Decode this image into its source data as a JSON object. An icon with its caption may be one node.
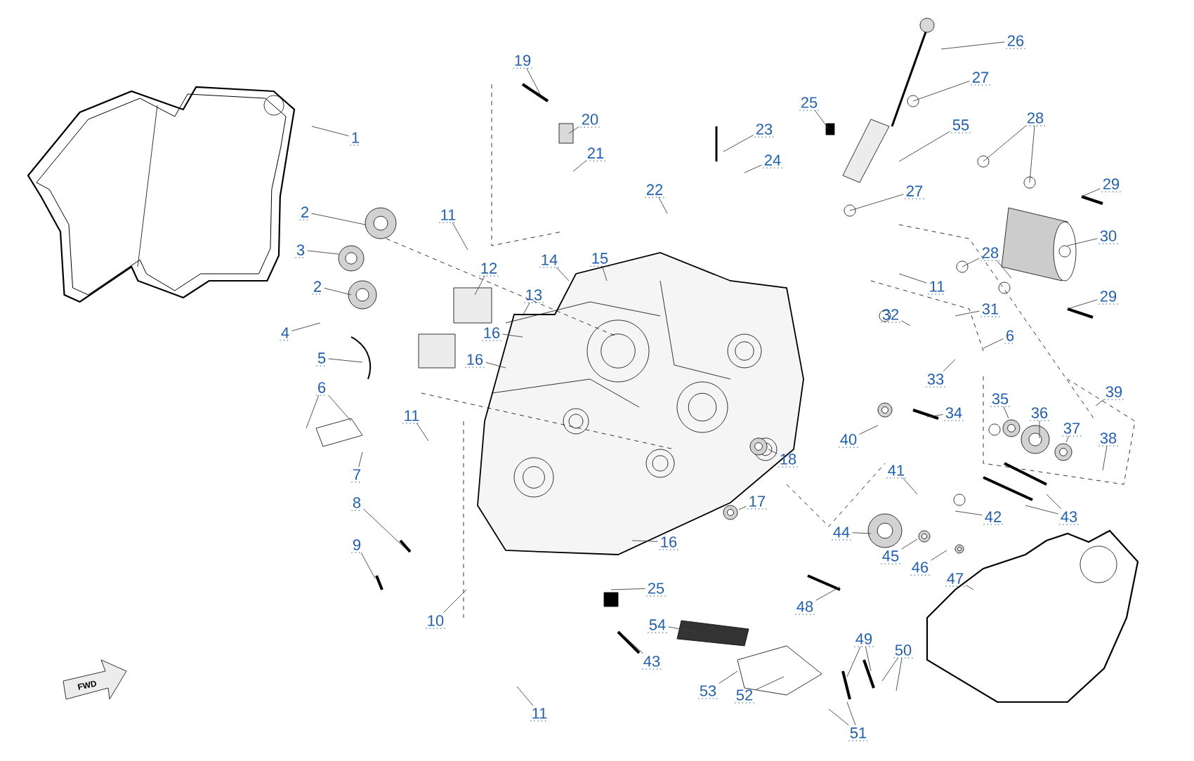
{
  "diagram": {
    "nodes": [
      {
        "text": [
          "19"
        ]
      },
      {
        "text": [
          "26"
        ]
      },
      {
        "text": [
          "27"
        ]
      },
      {
        "text": [
          "25"
        ]
      },
      {
        "text": [
          "20"
        ]
      },
      {
        "text": [
          "28"
        ]
      },
      {
        "text": [
          "23"
        ]
      },
      {
        "text": [
          "55"
        ]
      },
      {
        "text": [
          "1"
        ]
      },
      {
        "text": [
          "21"
        ]
      },
      {
        "text": [
          "24"
        ]
      },
      {
        "text": [
          "29"
        ]
      },
      {
        "text": [
          "22"
        ]
      },
      {
        "text": [
          "27"
        ]
      },
      {
        "text": [
          "2"
        ]
      },
      {
        "text": [
          "11"
        ]
      },
      {
        "text": [
          "30"
        ]
      },
      {
        "text": [
          "3"
        ]
      },
      {
        "text": [
          "28"
        ]
      },
      {
        "text": [
          "14"
        ]
      },
      {
        "text": [
          "15"
        ]
      },
      {
        "text": [
          "12"
        ]
      },
      {
        "text": [
          "2"
        ]
      },
      {
        "text": [
          "11"
        ]
      },
      {
        "text": [
          "13"
        ]
      },
      {
        "text": [
          "29"
        ]
      },
      {
        "text": [
          "31"
        ]
      },
      {
        "text": [
          "32"
        ]
      },
      {
        "text": [
          "16"
        ]
      },
      {
        "text": [
          "4"
        ]
      },
      {
        "text": [
          "6"
        ]
      },
      {
        "text": [
          "5"
        ]
      },
      {
        "text": [
          "16"
        ]
      },
      {
        "text": [
          "33"
        ]
      },
      {
        "text": [
          "6"
        ]
      },
      {
        "text": [
          "39"
        ]
      },
      {
        "text": [
          "35"
        ]
      },
      {
        "text": [
          "34"
        ]
      },
      {
        "text": [
          "36"
        ]
      },
      {
        "text": [
          "11"
        ]
      },
      {
        "text": [
          "37"
        ]
      },
      {
        "text": [
          "38"
        ]
      },
      {
        "text": [
          "40"
        ]
      },
      {
        "text": [
          "18"
        ]
      },
      {
        "text": [
          "41"
        ]
      },
      {
        "text": [
          "7"
        ]
      },
      {
        "text": [
          "17"
        ]
      },
      {
        "text": [
          "8"
        ]
      },
      {
        "text": [
          "42"
        ]
      },
      {
        "text": [
          "43"
        ]
      },
      {
        "text": [
          "44"
        ]
      },
      {
        "text": [
          "16"
        ]
      },
      {
        "text": [
          "9"
        ]
      },
      {
        "text": [
          "45"
        ]
      },
      {
        "text": [
          "46"
        ]
      },
      {
        "text": [
          "47"
        ]
      },
      {
        "text": [
          "25"
        ]
      },
      {
        "text": [
          "48"
        ]
      },
      {
        "text": [
          "10"
        ]
      },
      {
        "text": [
          "54"
        ]
      },
      {
        "text": [
          "49"
        ]
      },
      {
        "text": [
          "50"
        ]
      },
      {
        "text": [
          "43"
        ]
      },
      {
        "text": [
          "53"
        ]
      },
      {
        "text": [
          "52"
        ]
      },
      {
        "text": [
          "11"
        ]
      },
      {
        "text": [
          "51"
        ]
      }
    ],
    "edges": [
      {
        "from": 0,
        "to": null,
        "arrow": "none"
      },
      {
        "from": 1,
        "to": null,
        "arrow": "none"
      },
      {
        "from": 2,
        "to": null,
        "arrow": "none"
      },
      {
        "from": 3,
        "to": null,
        "arrow": "none"
      },
      {
        "from": 4,
        "to": null,
        "arrow": "none"
      },
      {
        "from": 5,
        "to": null,
        "arrow": "none"
      },
      {
        "from": 5,
        "to": null,
        "arrow": "none"
      },
      {
        "from": 6,
        "to": null,
        "arrow": "none"
      },
      {
        "from": 7,
        "to": null,
        "arrow": "none"
      },
      {
        "from": 8,
        "to": null,
        "arrow": "none"
      },
      {
        "from": 9,
        "to": null,
        "arrow": "none"
      },
      {
        "from": 10,
        "to": null,
        "arrow": "none"
      },
      {
        "from": 11,
        "to": null,
        "arrow": "none"
      },
      {
        "from": 12,
        "to": null,
        "arrow": "none"
      },
      {
        "from": 13,
        "to": null,
        "arrow": "none"
      },
      {
        "from": 14,
        "to": null,
        "arrow": "none"
      },
      {
        "from": 15,
        "to": null,
        "arrow": "none"
      },
      {
        "from": 16,
        "to": null,
        "arrow": "none"
      },
      {
        "from": 17,
        "to": null,
        "arrow": "none"
      },
      {
        "from": 18,
        "to": null,
        "arrow": "none"
      },
      {
        "from": 18,
        "to": null,
        "arrow": "none"
      },
      {
        "from": 19,
        "to": null,
        "arrow": "none"
      },
      {
        "from": 20,
        "to": null,
        "arrow": "none"
      },
      {
        "from": 21,
        "to": null,
        "arrow": "none"
      },
      {
        "from": 22,
        "to": null,
        "arrow": "none"
      },
      {
        "from": 23,
        "to": null,
        "arrow": "none"
      },
      {
        "from": 24,
        "to": null,
        "arrow": "none"
      },
      {
        "from": 25,
        "to": null,
        "arrow": "none"
      },
      {
        "from": 26,
        "to": null,
        "arrow": "none"
      },
      {
        "from": 27,
        "to": null,
        "arrow": "none"
      },
      {
        "from": 28,
        "to": null,
        "arrow": "none"
      },
      {
        "from": 29,
        "to": null,
        "arrow": "none"
      },
      {
        "from": 30,
        "to": null,
        "arrow": "none"
      },
      {
        "from": 31,
        "to": null,
        "arrow": "none"
      },
      {
        "from": 32,
        "to": null,
        "arrow": "none"
      },
      {
        "from": 33,
        "to": null,
        "arrow": "none"
      },
      {
        "from": 34,
        "to": null,
        "arrow": "none"
      },
      {
        "from": 34,
        "to": null,
        "arrow": "none"
      },
      {
        "from": 35,
        "to": null,
        "arrow": "none"
      },
      {
        "from": 36,
        "to": null,
        "arrow": "none"
      },
      {
        "from": 37,
        "to": null,
        "arrow": "none"
      },
      {
        "from": 38,
        "to": null,
        "arrow": "none"
      },
      {
        "from": 39,
        "to": null,
        "arrow": "none"
      },
      {
        "from": 40,
        "to": null,
        "arrow": "none"
      },
      {
        "from": 41,
        "to": null,
        "arrow": "none"
      },
      {
        "from": 42,
        "to": null,
        "arrow": "none"
      },
      {
        "from": 43,
        "to": null,
        "arrow": "none"
      },
      {
        "from": 44,
        "to": null,
        "arrow": "none"
      },
      {
        "from": 45,
        "to": null,
        "arrow": "none"
      },
      {
        "from": 46,
        "to": null,
        "arrow": "none"
      },
      {
        "from": 47,
        "to": null,
        "arrow": "none"
      },
      {
        "from": 48,
        "to": null,
        "arrow": "none"
      },
      {
        "from": 49,
        "to": null,
        "arrow": "none"
      },
      {
        "from": 49,
        "to": null,
        "arrow": "none"
      },
      {
        "from": 50,
        "to": null,
        "arrow": "none"
      },
      {
        "from": 51,
        "to": null,
        "arrow": "none"
      },
      {
        "from": 52,
        "to": null,
        "arrow": "none"
      },
      {
        "from": 53,
        "to": null,
        "arrow": "none"
      },
      {
        "from": 54,
        "to": null,
        "arrow": "none"
      },
      {
        "from": 55,
        "to": null,
        "arrow": "none"
      },
      {
        "from": 56,
        "to": null,
        "arrow": "none"
      },
      {
        "from": 57,
        "to": null,
        "arrow": "none"
      },
      {
        "from": 58,
        "to": null,
        "arrow": "none"
      },
      {
        "from": 59,
        "to": null,
        "arrow": "none"
      },
      {
        "from": 60,
        "to": null,
        "arrow": "none"
      },
      {
        "from": 60,
        "to": null,
        "arrow": "none"
      },
      {
        "from": 61,
        "to": null,
        "arrow": "none"
      },
      {
        "from": 61,
        "to": null,
        "arrow": "none"
      },
      {
        "from": 62,
        "to": null,
        "arrow": "none"
      },
      {
        "from": 63,
        "to": null,
        "arrow": "none"
      },
      {
        "from": 64,
        "to": null,
        "arrow": "none"
      },
      {
        "from": 65,
        "to": null,
        "arrow": "none"
      },
      {
        "from": 66,
        "to": null,
        "arrow": "none"
      },
      {
        "from": 66,
        "to": null,
        "arrow": "none"
      }
    ],
    "labels": [
      "FWD"
    ]
  }
}
